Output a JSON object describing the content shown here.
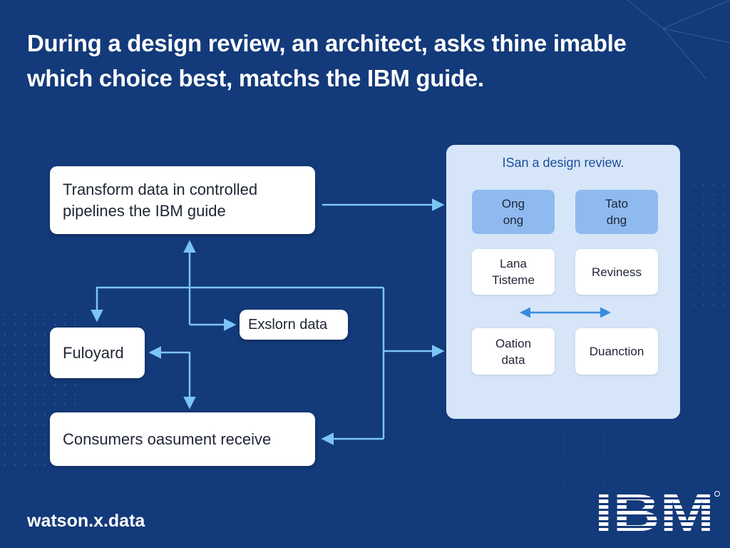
{
  "header": {
    "title_line1": "During a design review, an architect, asks thine imable",
    "title_line2": "which choice best, matchs the IBM guide."
  },
  "flow": {
    "transform_box": {
      "line1": "Transform data in controlled",
      "line2": "pipelines the IBM guide"
    },
    "explore_box": "Exslorn data",
    "fuloyard_box": "Fuloyard",
    "consumers_box": "Consumers oasument receive"
  },
  "panel": {
    "title": "ISan a design review.",
    "tiles": [
      {
        "line1": "Ong",
        "line2": "ong",
        "style": "blue"
      },
      {
        "line1": "Tato",
        "line2": "dng",
        "style": "blue"
      },
      {
        "line1": "Lana",
        "line2": "Tisteme",
        "style": "white"
      },
      {
        "line1": "Reviness",
        "line2": "",
        "style": "white"
      },
      {
        "line1": "Oation",
        "line2": "data",
        "style": "white"
      },
      {
        "line1": "Duanction",
        "line2": "",
        "style": "white"
      }
    ]
  },
  "footer": {
    "brand": "watson.x.data",
    "logo_text": "IBM"
  },
  "colors": {
    "background": "#133a7a",
    "arrow": "#7cc4f5",
    "panel": "#d6e6f8",
    "tile_blue": "#8fbaf0",
    "panel_title": "#1f4d9c"
  }
}
